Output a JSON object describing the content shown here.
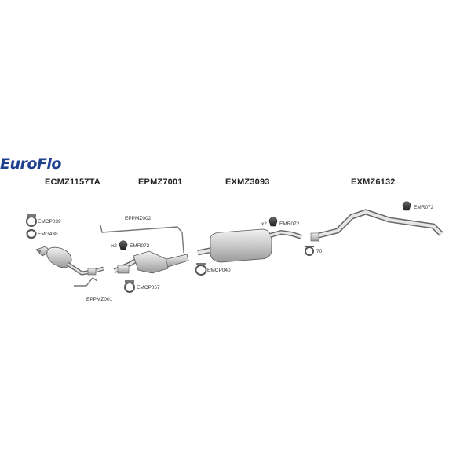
{
  "brand": {
    "name_part1": "Euro",
    "name_part2": "Flo"
  },
  "assemblies": [
    {
      "code": "ECMZ1157TA"
    },
    {
      "code": "EPMZ7001"
    },
    {
      "code": "EXMZ3093"
    },
    {
      "code": "EXMZ6132"
    }
  ],
  "part_labels": {
    "emcp039": "EMCP039",
    "emg438": "EMG438",
    "eppmz002": "EPPMZ002",
    "x2_left": "x2",
    "emr072_left": "EMR072",
    "eppmz001": "EPPMZ001",
    "emcp057": "EMCP057",
    "emcp040": "EMCP040",
    "x2_right": "x2",
    "emr072_mid": "EMR072",
    "clamp_70": "70",
    "emr072_right": "EMR072"
  },
  "colors": {
    "brand_blue": "#1f3f8f",
    "brand_red": "#e0201b",
    "part_fill": "#d9d9d9",
    "part_stroke": "#555555"
  }
}
